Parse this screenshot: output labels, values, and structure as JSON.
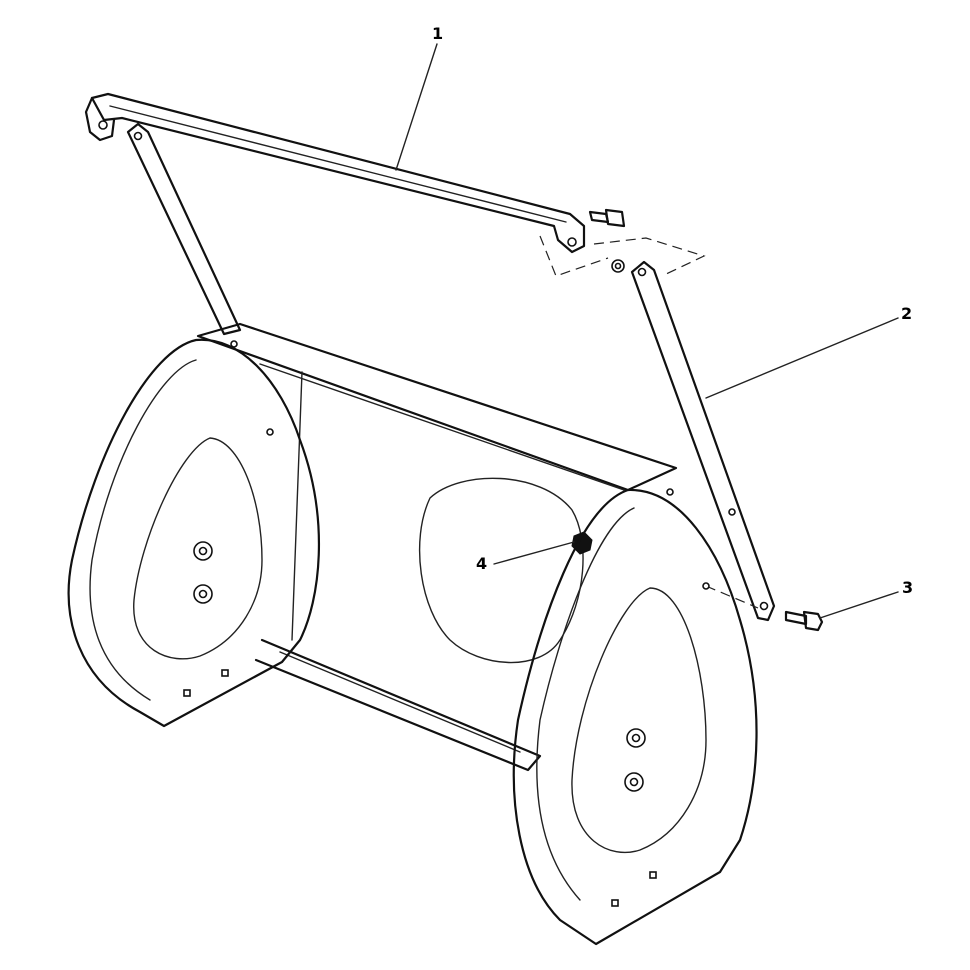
{
  "callouts": {
    "c1": "1",
    "c2": "2",
    "c3": "3",
    "c4": "4"
  },
  "ink_color": "#111111",
  "background_color": "#ffffff"
}
